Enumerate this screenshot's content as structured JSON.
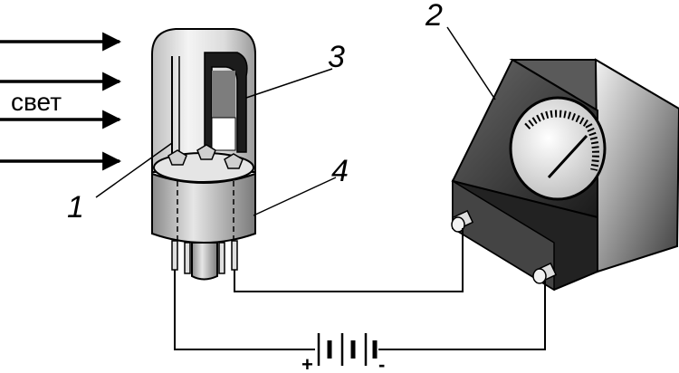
{
  "labels": {
    "light": "свет",
    "cathode_num": "1",
    "meter_num": "2",
    "anode_num": "3",
    "base_num": "4",
    "plus": "+",
    "minus": "-"
  },
  "colors": {
    "ink": "#000000",
    "glass": "#d9d9d9",
    "meter_body": "#3a3a3a",
    "dial_face": "#e8e8e8"
  },
  "icons": {
    "arrow": "arrow-right-icon",
    "battery": "battery-icon",
    "ammeter": "ammeter-icon",
    "tube": "vacuum-phototube-icon"
  }
}
